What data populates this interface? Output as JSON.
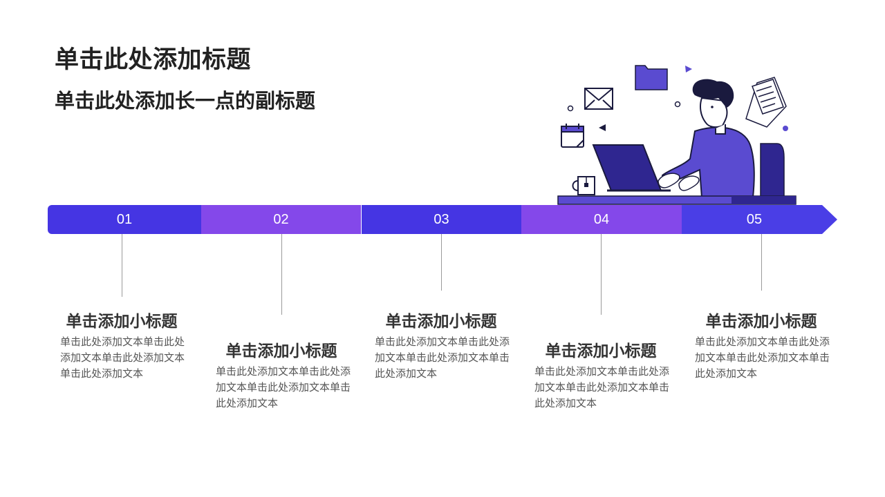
{
  "title": "单击此处添加标题",
  "subtitle": "单击此处添加长一点的副标题",
  "colors": {
    "blue": "#4535e3",
    "violet": "#8448ea",
    "arrow": "#4a3ee6",
    "illustration_primary": "#5a4bd0",
    "illustration_dark": "#1a1a3e"
  },
  "steps": [
    {
      "number": "01",
      "heading": "单击添加小标题",
      "text": "单击此处添加文本单击此处添加文本单击此处添加文本单击此处添加文本"
    },
    {
      "number": "02",
      "heading": "单击添加小标题",
      "text": "单击此处添加文本单击此处添加文本单击此处添加文本单击此处添加文本"
    },
    {
      "number": "03",
      "heading": "单击添加小标题",
      "text": "单击此处添加文本单击此处添加文本单击此处添加文本单击此处添加文本"
    },
    {
      "number": "04",
      "heading": "单击添加小标题",
      "text": "单击此处添加文本单击此处添加文本单击此处添加文本单击此处添加文本"
    },
    {
      "number": "05",
      "heading": "单击添加小标题",
      "text": "单击此处添加文本单击此处添加文本单击此处添加文本单击此处添加文本"
    }
  ]
}
